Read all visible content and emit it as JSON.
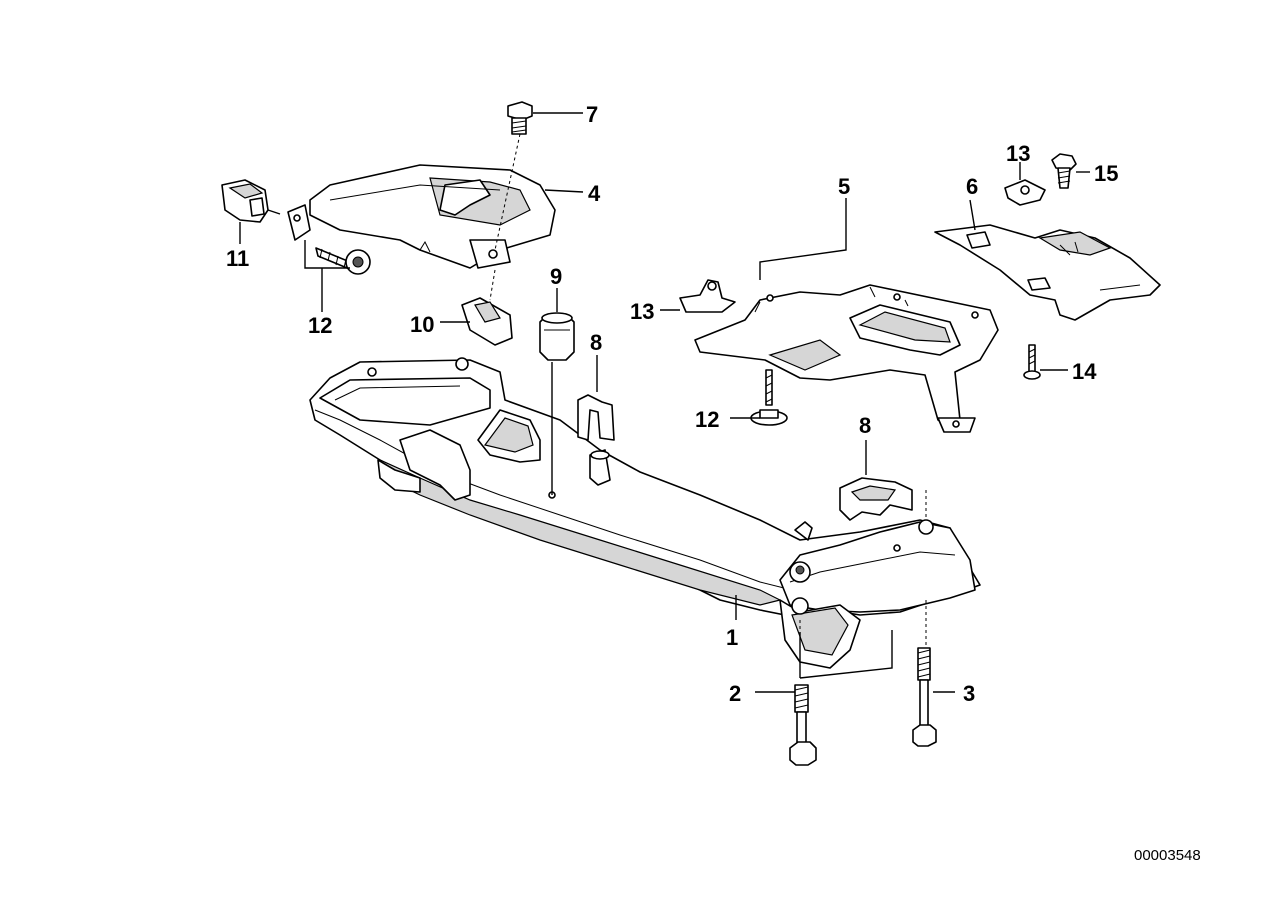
{
  "callouts": {
    "c1": "1",
    "c2": "2",
    "c3": "3",
    "c4": "4",
    "c5": "5",
    "c6": "6",
    "c7": "7",
    "c8a": "8",
    "c8b": "8",
    "c9": "9",
    "c10": "10",
    "c11": "11",
    "c12a": "12",
    "c12b": "12",
    "c13a": "13",
    "c13b": "13",
    "c14": "14",
    "c15": "15"
  },
  "reference_number": "00003548"
}
